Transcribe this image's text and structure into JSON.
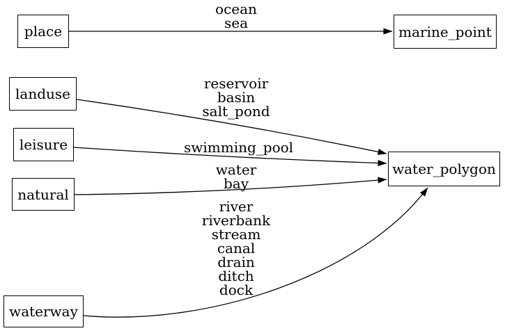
{
  "colors": {
    "background": "#ffffff",
    "node_border": "#000000",
    "edge_stroke": "#000000",
    "text": "#000000"
  },
  "nodes": [
    {
      "id": "place",
      "label": "place"
    },
    {
      "id": "marine_point",
      "label": "marine_point"
    },
    {
      "id": "landuse",
      "label": "landuse"
    },
    {
      "id": "leisure",
      "label": "leisure"
    },
    {
      "id": "natural",
      "label": "natural"
    },
    {
      "id": "waterway",
      "label": "waterway"
    },
    {
      "id": "water_polygon",
      "label": "water_polygon"
    }
  ],
  "edges": [
    {
      "from": "place",
      "to": "marine_point",
      "label": "ocean\nsea"
    },
    {
      "from": "landuse",
      "to": "water_polygon",
      "label": "reservoir\nbasin\nsalt_pond"
    },
    {
      "from": "leisure",
      "to": "water_polygon",
      "label": "swimming_pool"
    },
    {
      "from": "natural",
      "to": "water_polygon",
      "label": "water\nbay"
    },
    {
      "from": "waterway",
      "to": "water_polygon",
      "label": "river\nriverbank\nstream\ncanal\ndrain\nditch\ndock"
    }
  ]
}
